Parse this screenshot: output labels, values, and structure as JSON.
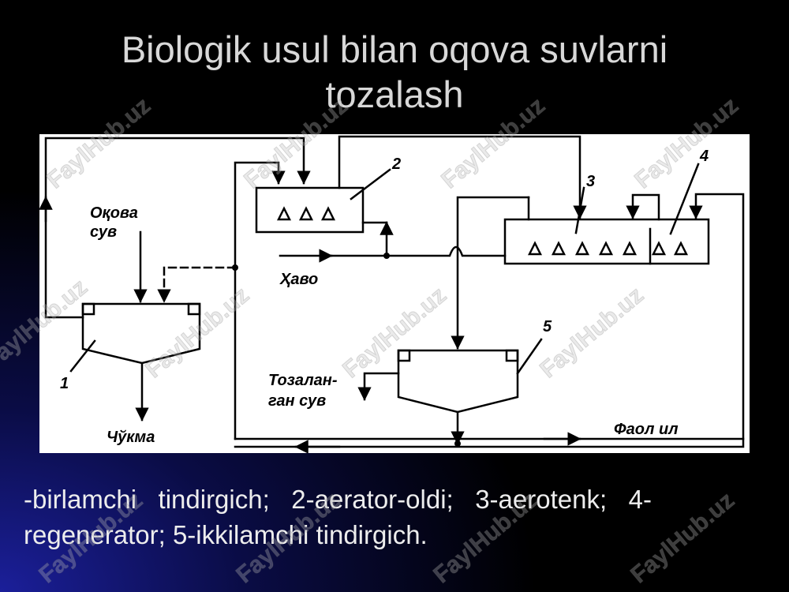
{
  "slide": {
    "title_line1": "Biologik usul bilan oqova suvlarni",
    "title_line2": "tozalash",
    "caption_line1": "-birlamchi   tindirgich;   2-aerator-oldi;   3-aerotenk;   4-",
    "caption_line2": "regenerator; 5-ikkilamchi tindirgich.",
    "watermark": "FaylHub.uz"
  },
  "diagram": {
    "labels": {
      "wastewater_line1": "Оқова",
      "wastewater_line2": "сув",
      "air": "Ҳаво",
      "treated_line1": "Тозалан-",
      "treated_line2": "ган сув",
      "sludge": "Чўкма",
      "active_sludge": "Фаол ил"
    },
    "numbers": {
      "n1": "1",
      "n2": "2",
      "n3": "3",
      "n4": "4",
      "n5": "5"
    }
  }
}
